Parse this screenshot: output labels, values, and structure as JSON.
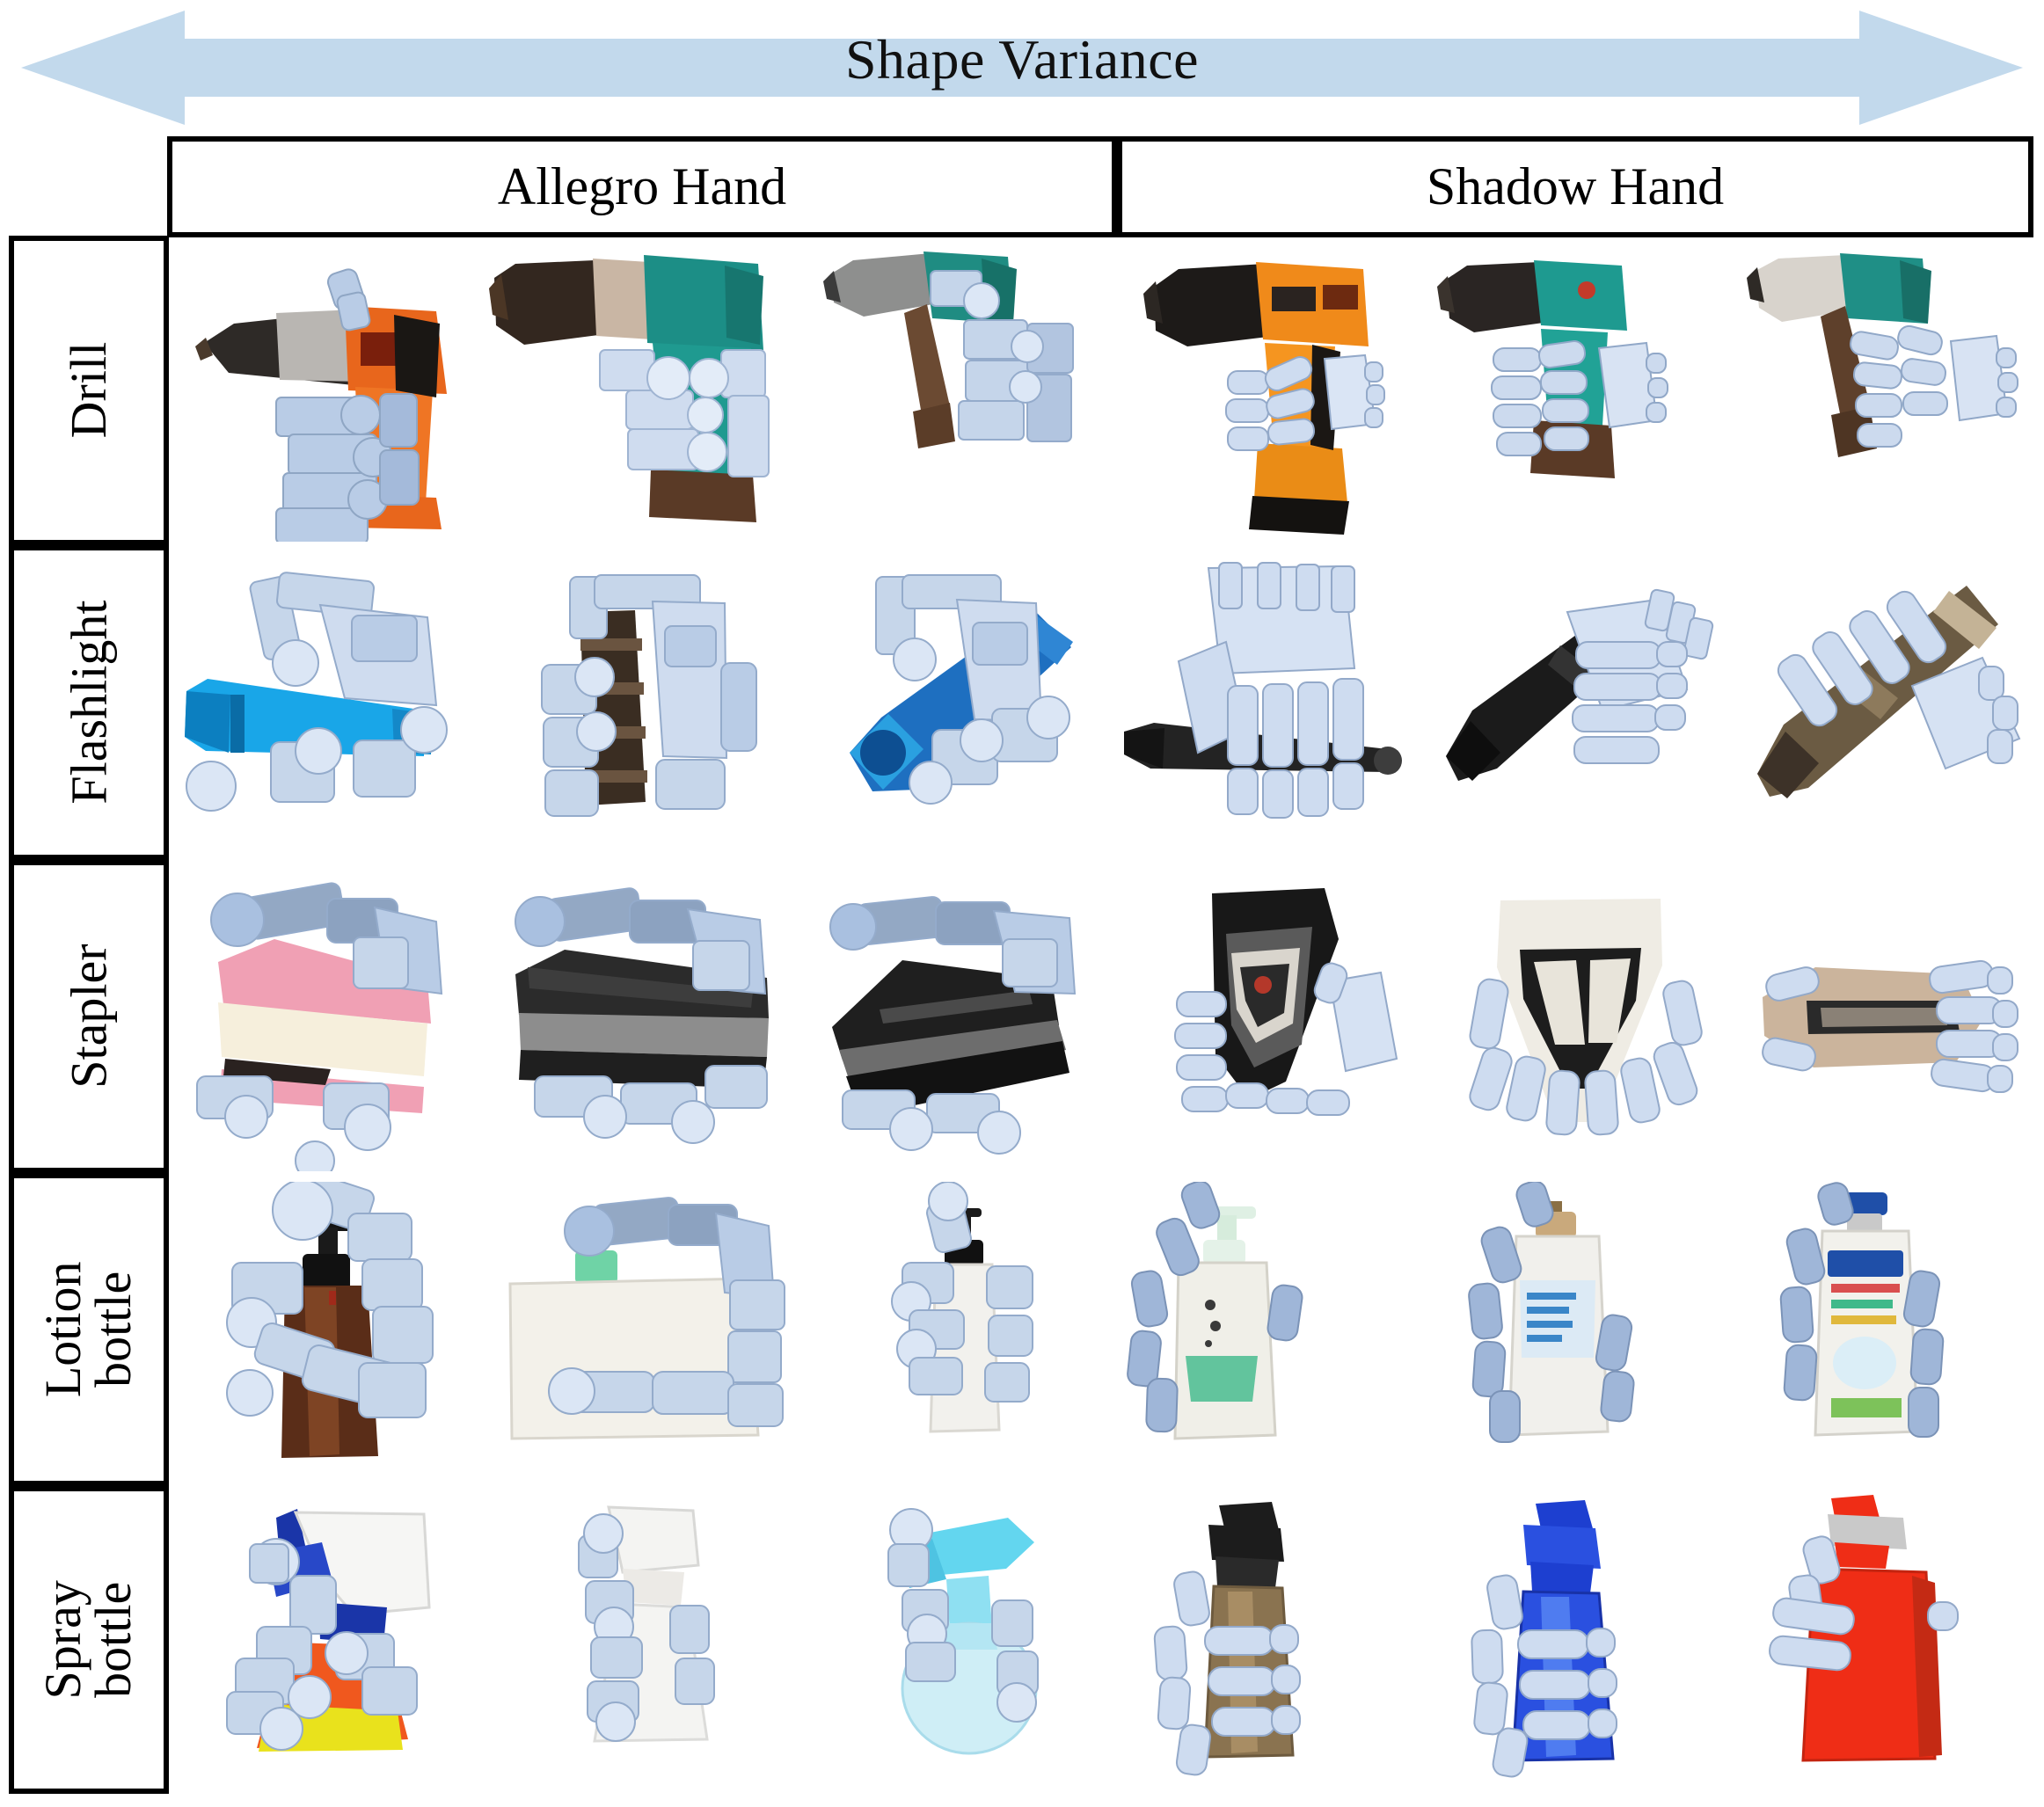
{
  "figure": {
    "axis_annotation": {
      "label": "Shape Variance",
      "arrow_color": "#c2d9ec",
      "direction": "bidirectional-horizontal"
    },
    "columns": [
      {
        "id": "allegro",
        "label": "Allegro Hand",
        "span": 3
      },
      {
        "id": "shadow",
        "label": "Shadow Hand",
        "span": 3
      }
    ],
    "rows": [
      {
        "id": "drill",
        "label": "Drill",
        "lines": [
          "Drill"
        ]
      },
      {
        "id": "flashlight",
        "label": "Flashlight",
        "lines": [
          "Flashlight"
        ]
      },
      {
        "id": "stapler",
        "label": "Stapler",
        "lines": [
          "Stapler"
        ]
      },
      {
        "id": "lotion-bottle",
        "label": "Lotion bottle",
        "lines": [
          "Lotion",
          "bottle"
        ]
      },
      {
        "id": "spray-bottle",
        "label": "Spray bottle",
        "lines": [
          "Spray",
          "bottle"
        ]
      }
    ],
    "hand_color": "#b9cce6",
    "hand_color_shaded": "#8fa6c4",
    "cells": [
      {
        "row": "drill",
        "col": "allegro",
        "index": 0,
        "object_description": "orange and black cordless power drill",
        "object_colors": [
          "#e8661c",
          "#2f2b28",
          "#a9a9a9"
        ]
      },
      {
        "row": "drill",
        "col": "allegro",
        "index": 1,
        "object_description": "teal cordless power drill with dark chuck",
        "object_colors": [
          "#1c8e86",
          "#3a2f28",
          "#c8bdb3"
        ]
      },
      {
        "row": "drill",
        "col": "allegro",
        "index": 2,
        "object_description": "small teal drill with brown handle",
        "object_colors": [
          "#1f8c82",
          "#6b4a32",
          "#cccccc"
        ]
      },
      {
        "row": "drill",
        "col": "shadow",
        "index": 0,
        "object_description": "orange and black cordless power drill",
        "object_colors": [
          "#f08a1a",
          "#1d1a18",
          "#9a9a9a"
        ]
      },
      {
        "row": "drill",
        "col": "shadow",
        "index": 1,
        "object_description": "teal drill with brown battery",
        "object_colors": [
          "#1e9a90",
          "#5a3a26",
          "#2b2b2b"
        ]
      },
      {
        "row": "drill",
        "col": "shadow",
        "index": 2,
        "object_description": "teal and grey drill with brown handle",
        "object_colors": [
          "#1f8f86",
          "#d8d3cc",
          "#5e402b"
        ]
      },
      {
        "row": "flashlight",
        "col": "allegro",
        "index": 0,
        "object_description": "bright cyan-blue flashlight",
        "object_colors": [
          "#19a6e8",
          "#0c7fc0"
        ]
      },
      {
        "row": "flashlight",
        "col": "allegro",
        "index": 1,
        "object_description": "dark brown ridged flashlight",
        "object_colors": [
          "#3a2d22",
          "#6a5440"
        ]
      },
      {
        "row": "flashlight",
        "col": "allegro",
        "index": 2,
        "object_description": "blue flashlight seen end-on",
        "object_colors": [
          "#1e6fc0",
          "#2aa0e0"
        ]
      },
      {
        "row": "flashlight",
        "col": "shadow",
        "index": 0,
        "object_description": "slim black flashlight held horizontally",
        "object_colors": [
          "#232323",
          "#3d3d3d"
        ]
      },
      {
        "row": "flashlight",
        "col": "shadow",
        "index": 1,
        "object_description": "black rubberised flashlight",
        "object_colors": [
          "#1b1b1b",
          "#333333"
        ]
      },
      {
        "row": "flashlight",
        "col": "shadow",
        "index": 2,
        "object_description": "bronze metallic flashlight held diagonally",
        "object_colors": [
          "#6b5b43",
          "#c4b396"
        ]
      },
      {
        "row": "stapler",
        "col": "allegro",
        "index": 0,
        "object_description": "pink and cream desktop stapler",
        "object_colors": [
          "#f0a0b4",
          "#f6efdc"
        ]
      },
      {
        "row": "stapler",
        "col": "allegro",
        "index": 1,
        "object_description": "black and grey desktop stapler",
        "object_colors": [
          "#2b2b2b",
          "#8d8d8d"
        ]
      },
      {
        "row": "stapler",
        "col": "allegro",
        "index": 2,
        "object_description": "black wedge stapler",
        "object_colors": [
          "#1f1f1f",
          "#6d6d6d"
        ]
      },
      {
        "row": "stapler",
        "col": "shadow",
        "index": 0,
        "object_description": "black stapler gripped vertically",
        "object_colors": [
          "#181818",
          "#5a5a5a"
        ]
      },
      {
        "row": "stapler",
        "col": "shadow",
        "index": 1,
        "object_description": "white and black stapler seen head-on",
        "object_colors": [
          "#efece4",
          "#1d1d1d"
        ]
      },
      {
        "row": "stapler",
        "col": "shadow",
        "index": 2,
        "object_description": "beige stapler seen from above",
        "object_colors": [
          "#cbb49c",
          "#2a2a2a"
        ]
      },
      {
        "row": "lotion-bottle",
        "col": "allegro",
        "index": 0,
        "object_description": "dark amber pump lotion bottle with black pump",
        "object_colors": [
          "#5a2d18",
          "#141414"
        ]
      },
      {
        "row": "lotion-bottle",
        "col": "allegro",
        "index": 1,
        "object_description": "large white soap dispenser with green pump",
        "object_colors": [
          "#f3f1ea",
          "#5fc79a"
        ]
      },
      {
        "row": "lotion-bottle",
        "col": "allegro",
        "index": 2,
        "object_description": "slim white lotion bottle with black pump",
        "object_colors": [
          "#f2f1ed",
          "#1a1a1a"
        ]
      },
      {
        "row": "lotion-bottle",
        "col": "shadow",
        "index": 0,
        "object_description": "white lotion bottle with green label and pale pump",
        "object_colors": [
          "#f0efe8",
          "#3fb98a"
        ]
      },
      {
        "row": "lotion-bottle",
        "col": "shadow",
        "index": 1,
        "object_description": "white and blue lotion bottle with tan pump",
        "object_colors": [
          "#f1f0ec",
          "#3a86c8",
          "#c9a97c"
        ]
      },
      {
        "row": "lotion-bottle",
        "col": "shadow",
        "index": 2,
        "object_description": "white bottle with blue cap and colourful label",
        "object_colors": [
          "#f2f1ec",
          "#1f4fa8",
          "#d94f4f"
        ]
      },
      {
        "row": "spray-bottle",
        "col": "allegro",
        "index": 0,
        "object_description": "white trigger sprayer on yellow and orange bottle",
        "object_colors": [
          "#f6f6f4",
          "#1a35a8",
          "#e9e21c",
          "#f0581e"
        ]
      },
      {
        "row": "spray-bottle",
        "col": "allegro",
        "index": 1,
        "object_description": "plain white spray bottle",
        "object_colors": [
          "#f4f4f2",
          "#d8d8d6"
        ]
      },
      {
        "row": "spray-bottle",
        "col": "allegro",
        "index": 2,
        "object_description": "translucent cyan spray bottle with round base",
        "object_colors": [
          "#63d6ef",
          "#cfeef6"
        ]
      },
      {
        "row": "spray-bottle",
        "col": "shadow",
        "index": 0,
        "object_description": "bronze spray bottle with black trigger head",
        "object_colors": [
          "#8a7350",
          "#1c1c1c"
        ]
      },
      {
        "row": "spray-bottle",
        "col": "shadow",
        "index": 1,
        "object_description": "translucent blue spray bottle",
        "object_colors": [
          "#1d3fd0",
          "#4f7cf0"
        ]
      },
      {
        "row": "spray-bottle",
        "col": "shadow",
        "index": 2,
        "object_description": "bright red rectangular spray bottle with grey trigger",
        "object_colors": [
          "#ef2d16",
          "#c9c9c9"
        ]
      }
    ]
  }
}
